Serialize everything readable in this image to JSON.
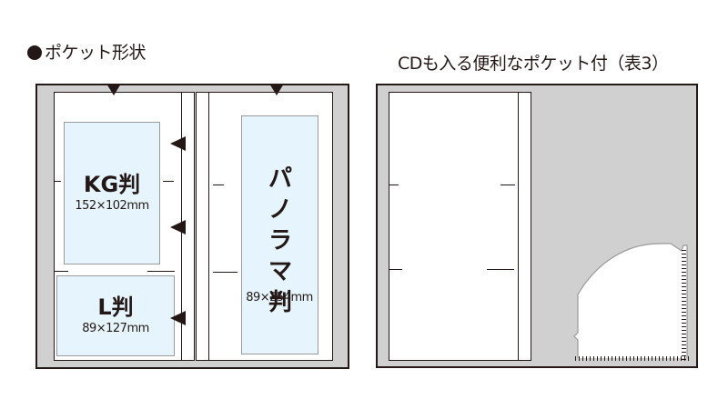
{
  "headers": {
    "left": "ポケット形状",
    "right": "CDも入る便利なポケット付（表3）"
  },
  "pockets": {
    "kg": {
      "name": "KG判",
      "size": "152×102mm"
    },
    "l": {
      "name": "L判",
      "size": "89×127mm"
    },
    "panorama": {
      "name": "パノラマ判",
      "size": "89×254mm"
    }
  },
  "colors": {
    "outline": "#231815",
    "cover": "#d0d0d0",
    "photo_pocket": "#e6f5fd",
    "page": "#ffffff"
  }
}
